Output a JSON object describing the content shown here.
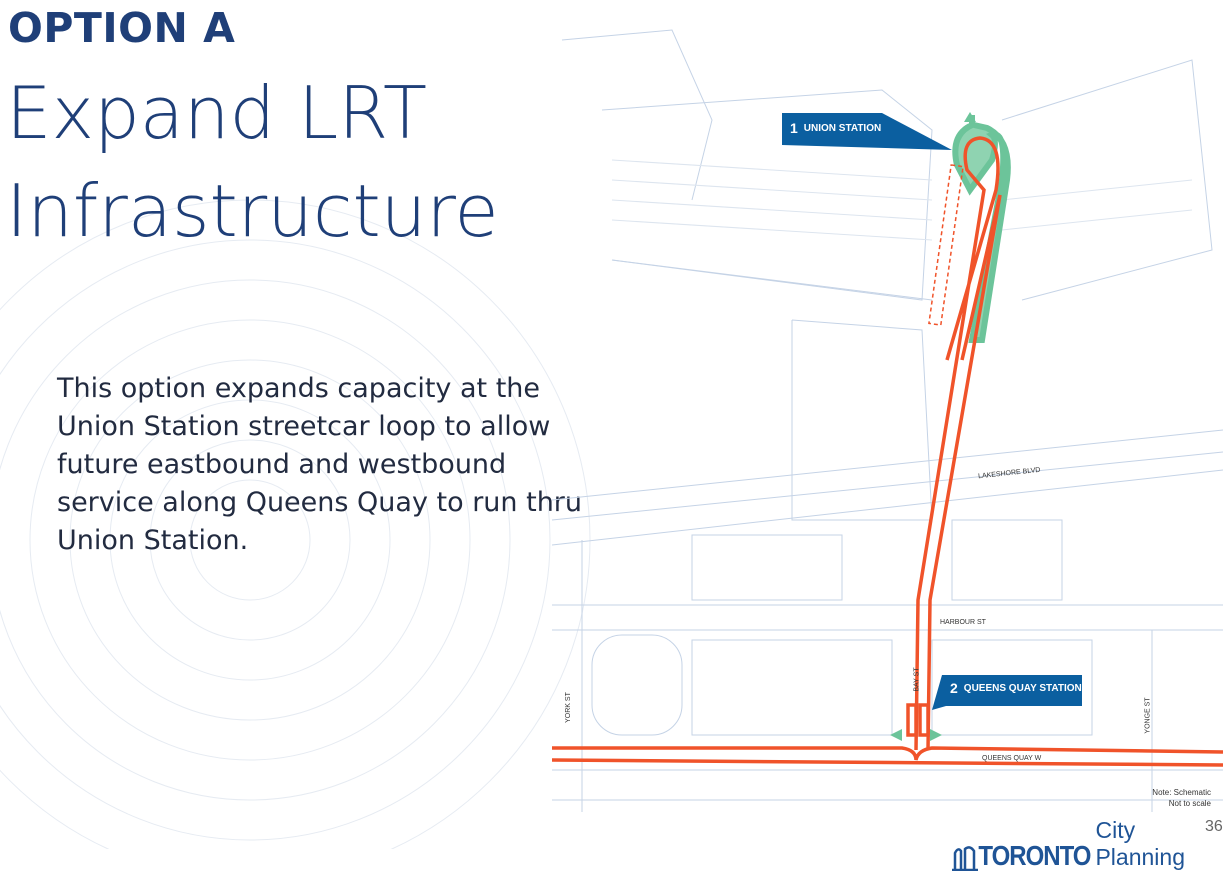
{
  "slide": {
    "option_label": "OPTION A",
    "title_line1": "Expand LRT",
    "title_line2": "Infrastructure",
    "body": "This option expands capacity at the Union Station streetcar loop to allow future eastbound and westbound service along Queens Quay to run thru Union Station.",
    "page_number": "36"
  },
  "map": {
    "callouts": [
      {
        "number": "1",
        "label": "UNION STATION"
      },
      {
        "number": "2",
        "label": "QUEENS QUAY STATION"
      }
    ],
    "streets": {
      "lakeshore": "LAKESHORE BLVD",
      "harbour": "HARBOUR ST",
      "bay": "BAY ST",
      "york": "YORK ST",
      "yonge": "YONGE ST",
      "queens_quay": "QUEENS QUAY W"
    },
    "note_line1": "Note: Schematic",
    "note_line2": "Not to scale",
    "colors": {
      "route": "#f0532a",
      "platform_expansion": "#6cc49a",
      "callout": "#0b5fa0"
    }
  },
  "footer": {
    "logo_word": "TORONTO",
    "logo_dept": "City Planning"
  }
}
